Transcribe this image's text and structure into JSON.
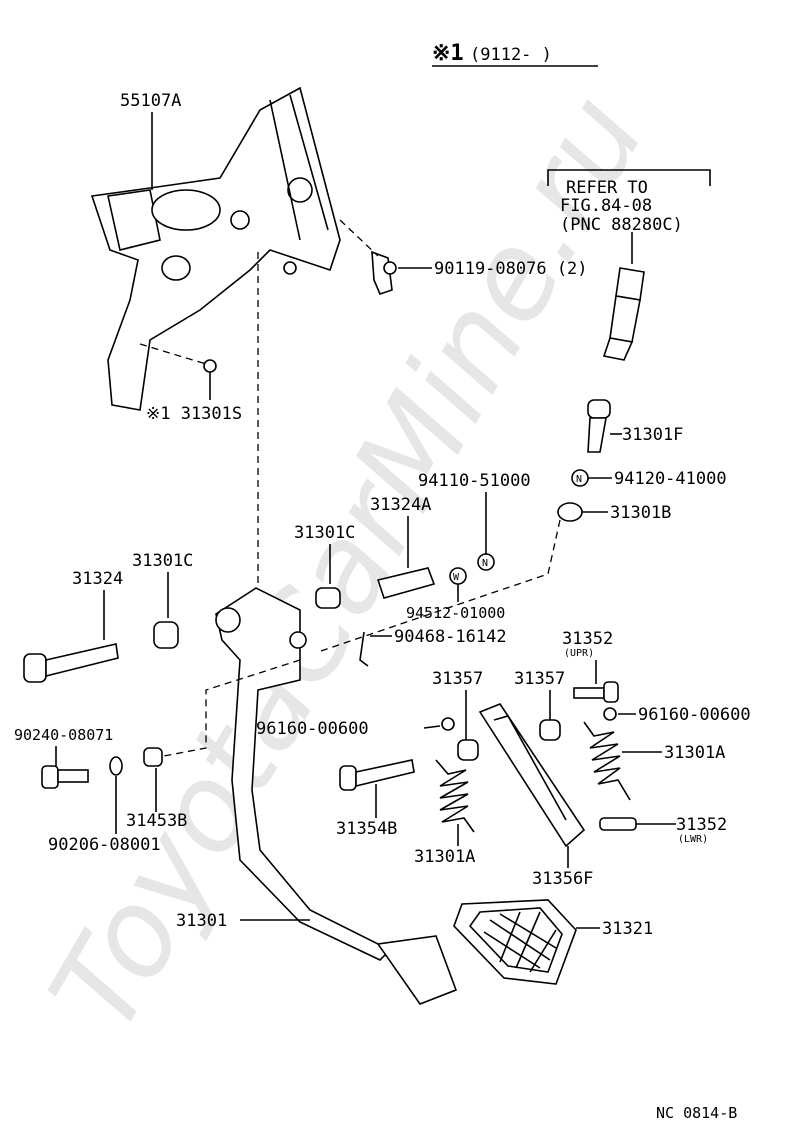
{
  "header": {
    "mark": "※1",
    "range": "(9112-      )"
  },
  "watermark": "ToyotaCarMine.ru",
  "refer_note": {
    "line1": "REFER TO",
    "line2": "FIG.84-08",
    "line3": "(PNC 88280C)"
  },
  "labels": {
    "l55107A": "55107A",
    "l90119": "90119-08076 (2)",
    "l31301S": "※1 31301S",
    "l31301F": "31301F",
    "l94110": "94110-51000",
    "l94120": "94120-41000",
    "l31324A": "31324A",
    "l31301B": "31301B",
    "l31301C_top": "31301C",
    "l31301C_left": "31301C",
    "l31324": "31324",
    "l94512": "94512-01000",
    "l90468": "90468-16142",
    "l31352_upr": "31352",
    "upr": "(UPR)",
    "l31357a": "31357",
    "l31357b": "31357",
    "l96160a": "96160-00600",
    "l96160b": "96160-00600",
    "l90240": "90240-08071",
    "l31301A_r": "31301A",
    "l31453B": "31453B",
    "l31352_lwr": "31352",
    "lwr": "(LWR)",
    "l90206": "90206-08001",
    "l31354B": "31354B",
    "l31301A_b": "31301A",
    "l31356F": "31356F",
    "l31301": "31301",
    "l31321": "31321",
    "circ_w": "W",
    "circ_n1": "N",
    "circ_n2": "N"
  },
  "footer": {
    "code": "NC 0814-B"
  }
}
